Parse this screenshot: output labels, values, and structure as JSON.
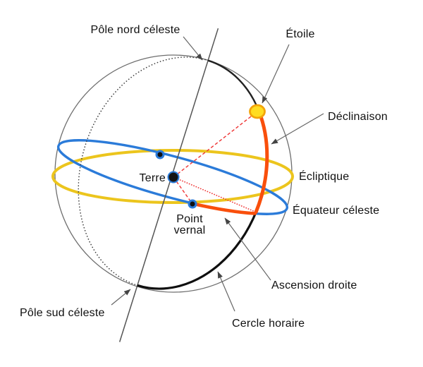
{
  "figure": {
    "background": "#FFFFFF",
    "labels": {
      "north_pole": "Pôle nord céleste",
      "star": "Étoile",
      "declination": "Déclinaison",
      "ecliptic": "Écliptique",
      "equator": "Équateur céleste",
      "earth": "Terre",
      "vernal_point_line1": "Point",
      "vernal_point_line2": "vernal",
      "right_ascension": "Ascension droite",
      "hour_circle": "Cercle horaire",
      "south_pole": "Pôle sud céleste"
    },
    "colors": {
      "equator_blue": "#2B7BD9",
      "ecliptic_yellow": "#ECC51D",
      "arc_orange": "#F94F0C",
      "star_fill": "#FFDD22",
      "star_stroke": "#F3A40A",
      "radius_red": "#EE3333",
      "line_gray": "#555555",
      "leader_gray": "#666666",
      "text_black": "#101010"
    }
  }
}
